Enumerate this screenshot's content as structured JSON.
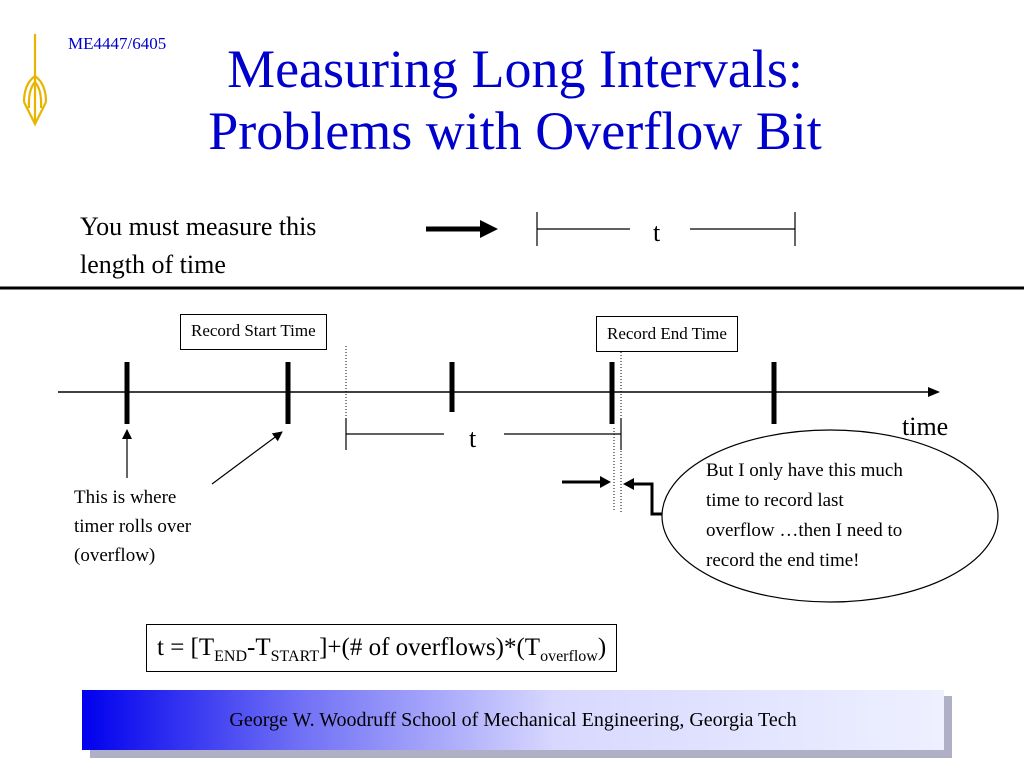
{
  "header": {
    "course_code": "ME4447/6405",
    "title_line1": "Measuring Long Intervals:",
    "title_line2": "Problems with Overflow Bit"
  },
  "intro": {
    "label_line1": "You must measure this",
    "label_line2": "length of time",
    "interval_label": "t"
  },
  "timeline": {
    "start_box_label": "Record Start Time",
    "end_box_label": "Record End Time",
    "axis_label": "time",
    "interval_label": "t",
    "overflow_caption_line1": "This is where",
    "overflow_caption_line2": "timer rolls over",
    "overflow_caption_line3": "(overflow)",
    "note_line1": "But I only have this much",
    "note_line2": "time to record last",
    "note_line3": "overflow …then I need to",
    "note_line4": "record the end time!"
  },
  "formula": {
    "prefix": "t = [T",
    "end_sub": "END",
    "dash": "-T",
    "start_sub": "START",
    "middle": "]+(# of overflows)*(T",
    "overflow_sub": "overflow",
    "suffix": ")"
  },
  "footer": {
    "text": "George W. Woodruff School of Mechanical Engineering, Georgia Tech"
  },
  "colors": {
    "title": "#0000cc",
    "logo": "#e8b400",
    "footer_start": "#0000ee",
    "footer_end": "#eef0ff"
  }
}
